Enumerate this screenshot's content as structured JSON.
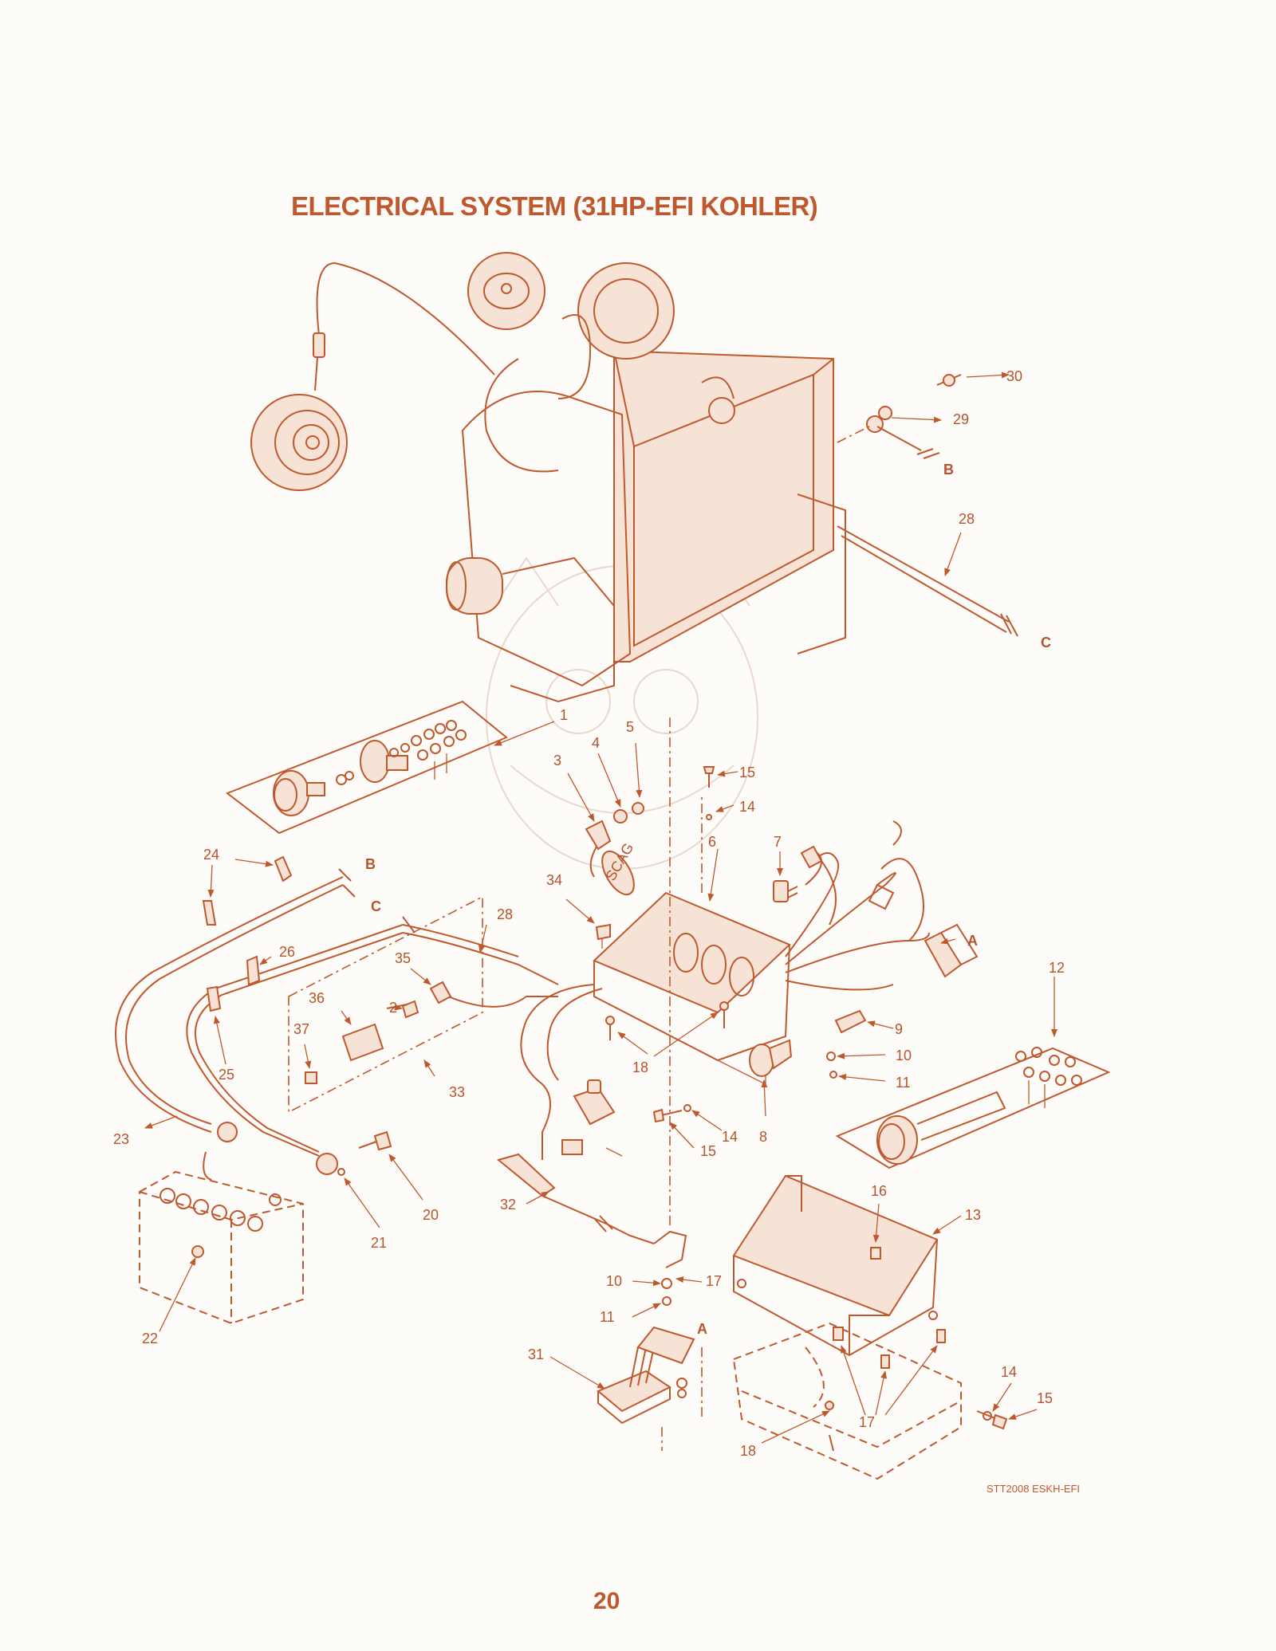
{
  "title": "ELECTRICAL SYSTEM (31HP-EFI KOHLER)",
  "page_number": "20",
  "drawing_code": "STT2008 ESKH-EFI",
  "decal_text": "SCAG",
  "callouts": [
    {
      "id": "c30",
      "label": "30"
    },
    {
      "id": "c29",
      "label": "29"
    },
    {
      "id": "cB1",
      "label": "B"
    },
    {
      "id": "c28a",
      "label": "28"
    },
    {
      "id": "cC1",
      "label": "C"
    },
    {
      "id": "c1",
      "label": "1"
    },
    {
      "id": "c5",
      "label": "5"
    },
    {
      "id": "c3",
      "label": "3"
    },
    {
      "id": "c4",
      "label": "4"
    },
    {
      "id": "c15a",
      "label": "15"
    },
    {
      "id": "c14a",
      "label": "14"
    },
    {
      "id": "c24",
      "label": "24"
    },
    {
      "id": "cB2",
      "label": "B"
    },
    {
      "id": "c34",
      "label": "34"
    },
    {
      "id": "c6",
      "label": "6"
    },
    {
      "id": "c7",
      "label": "7"
    },
    {
      "id": "cC2",
      "label": "C"
    },
    {
      "id": "c28b",
      "label": "28"
    },
    {
      "id": "cA1",
      "label": "A"
    },
    {
      "id": "c26",
      "label": "26"
    },
    {
      "id": "c35",
      "label": "35"
    },
    {
      "id": "c12",
      "label": "12"
    },
    {
      "id": "c36",
      "label": "36"
    },
    {
      "id": "c2",
      "label": "2"
    },
    {
      "id": "c37",
      "label": "37"
    },
    {
      "id": "c9",
      "label": "9"
    },
    {
      "id": "c25",
      "label": "25"
    },
    {
      "id": "c18a",
      "label": "18"
    },
    {
      "id": "c10a",
      "label": "10"
    },
    {
      "id": "c11a",
      "label": "11"
    },
    {
      "id": "c33",
      "label": "33"
    },
    {
      "id": "c23",
      "label": "23"
    },
    {
      "id": "c14b",
      "label": "14"
    },
    {
      "id": "c8",
      "label": "8"
    },
    {
      "id": "c15b",
      "label": "15"
    },
    {
      "id": "c20",
      "label": "20"
    },
    {
      "id": "c32",
      "label": "32"
    },
    {
      "id": "c16",
      "label": "16"
    },
    {
      "id": "c13",
      "label": "13"
    },
    {
      "id": "c21",
      "label": "21"
    },
    {
      "id": "c10b",
      "label": "10"
    },
    {
      "id": "c17a",
      "label": "17"
    },
    {
      "id": "c11b",
      "label": "11"
    },
    {
      "id": "c22",
      "label": "22"
    },
    {
      "id": "cA2",
      "label": "A"
    },
    {
      "id": "c31",
      "label": "31"
    },
    {
      "id": "c14c",
      "label": "14"
    },
    {
      "id": "c15c",
      "label": "15"
    },
    {
      "id": "c17b",
      "label": "17"
    },
    {
      "id": "c18b",
      "label": "18"
    }
  ]
}
